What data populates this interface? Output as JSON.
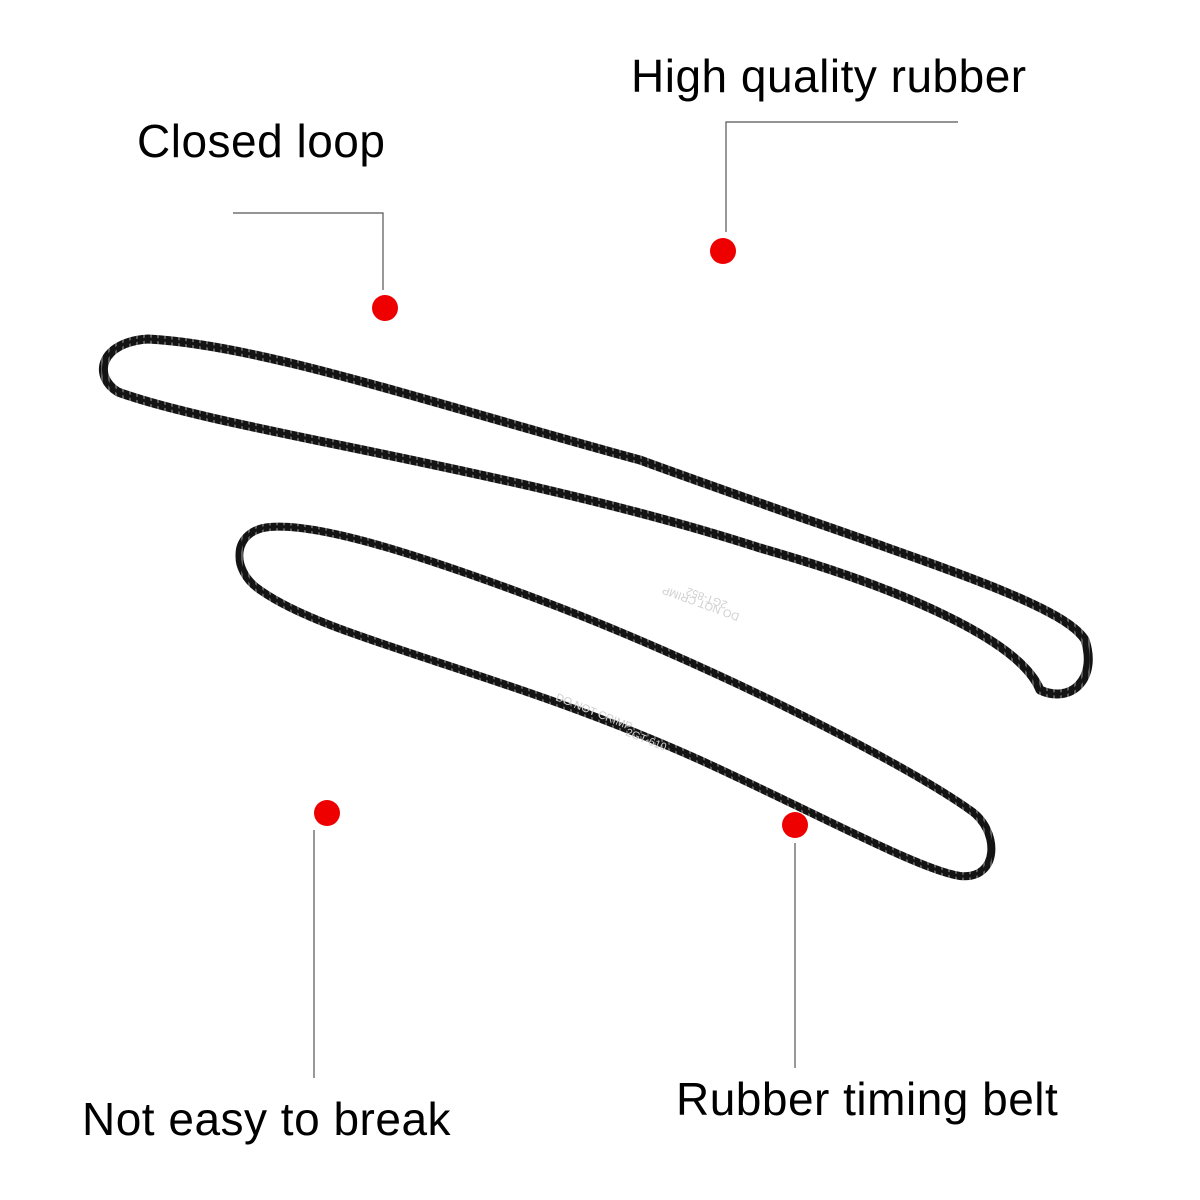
{
  "callouts": {
    "closed_loop": "Closed loop",
    "high_quality": "High quality rubber",
    "not_easy": "Not easy to break",
    "timing_belt": "Rubber timing belt"
  },
  "belt_prints": {
    "large": [
      "DO NOT CRIMP",
      "2GT-852"
    ],
    "small": [
      "DO NOT CRIMP",
      "2GT-610"
    ]
  },
  "colors": {
    "background": "#ffffff",
    "belt": "#141414",
    "marker": "#ee0000",
    "leader": "#555555"
  }
}
